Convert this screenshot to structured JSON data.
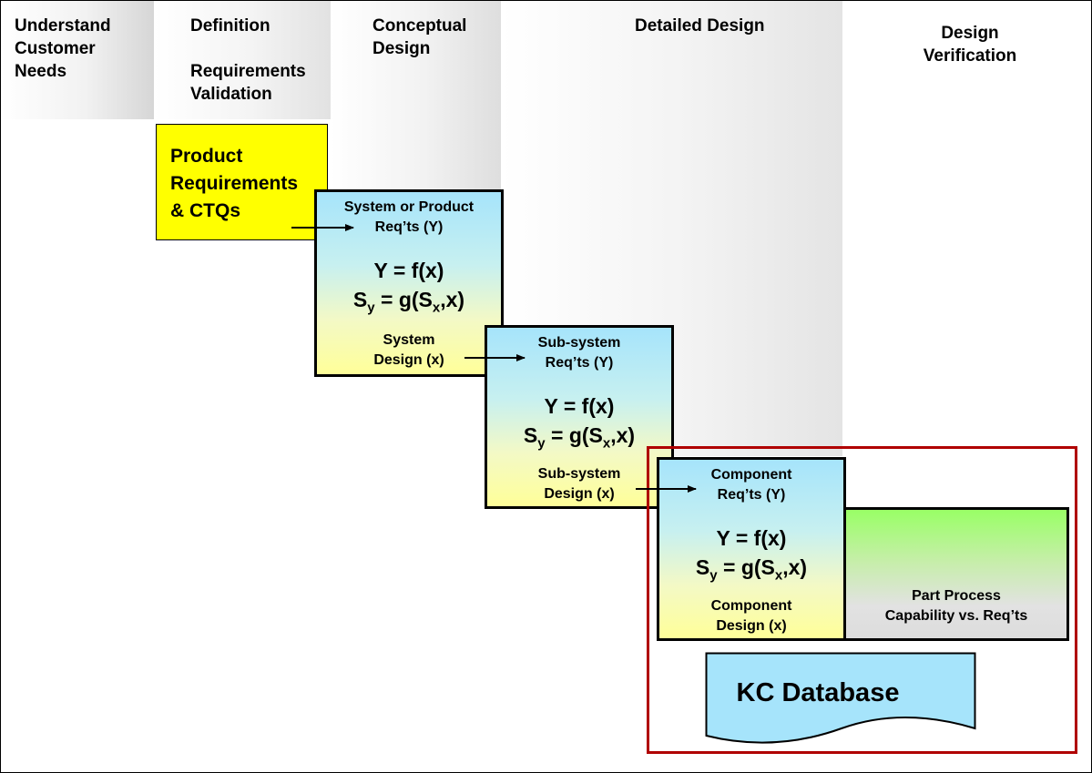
{
  "phases": {
    "understand": "Understand\nCustomer\nNeeds",
    "definition": "Definition",
    "validation": "Requirements\nValidation",
    "conceptual": "Conceptual\nDesign",
    "detailed": "Detailed Design",
    "verification": "Design\nVerification"
  },
  "product_requirements": "Product\nRequirements\n& CTQs",
  "system_box": {
    "req": "System or Product\nReq’ts (Y)",
    "eq1": "Y = f(x)",
    "eq2_a": "S",
    "eq2_sub1": "y",
    "eq2_b": " = g(S",
    "eq2_sub2": "x",
    "eq2_c": ",x)",
    "design": "System\nDesign (x)"
  },
  "subsystem_box": {
    "req": "Sub-system\nReq’ts (Y)",
    "eq1": "Y = f(x)",
    "eq2_a": "S",
    "eq2_sub1": "y",
    "eq2_b": " = g(S",
    "eq2_sub2": "x",
    "eq2_c": ",x)",
    "design": "Sub-system\nDesign (x)"
  },
  "component_box": {
    "req": "Component\nReq’ts (Y)",
    "eq1": "Y = f(x)",
    "eq2_a": "S",
    "eq2_sub1": "y",
    "eq2_b": " = g(S",
    "eq2_sub2": "x",
    "eq2_c": ",x)",
    "design": "Component\nDesign (x)"
  },
  "process_box": "Part Process\nCapability vs. Req’ts",
  "kc_database": "KC Database",
  "colors": {
    "yellow": "#ffff00",
    "kc_border": "#b00000",
    "doc_fill": "#a6e4fb"
  }
}
